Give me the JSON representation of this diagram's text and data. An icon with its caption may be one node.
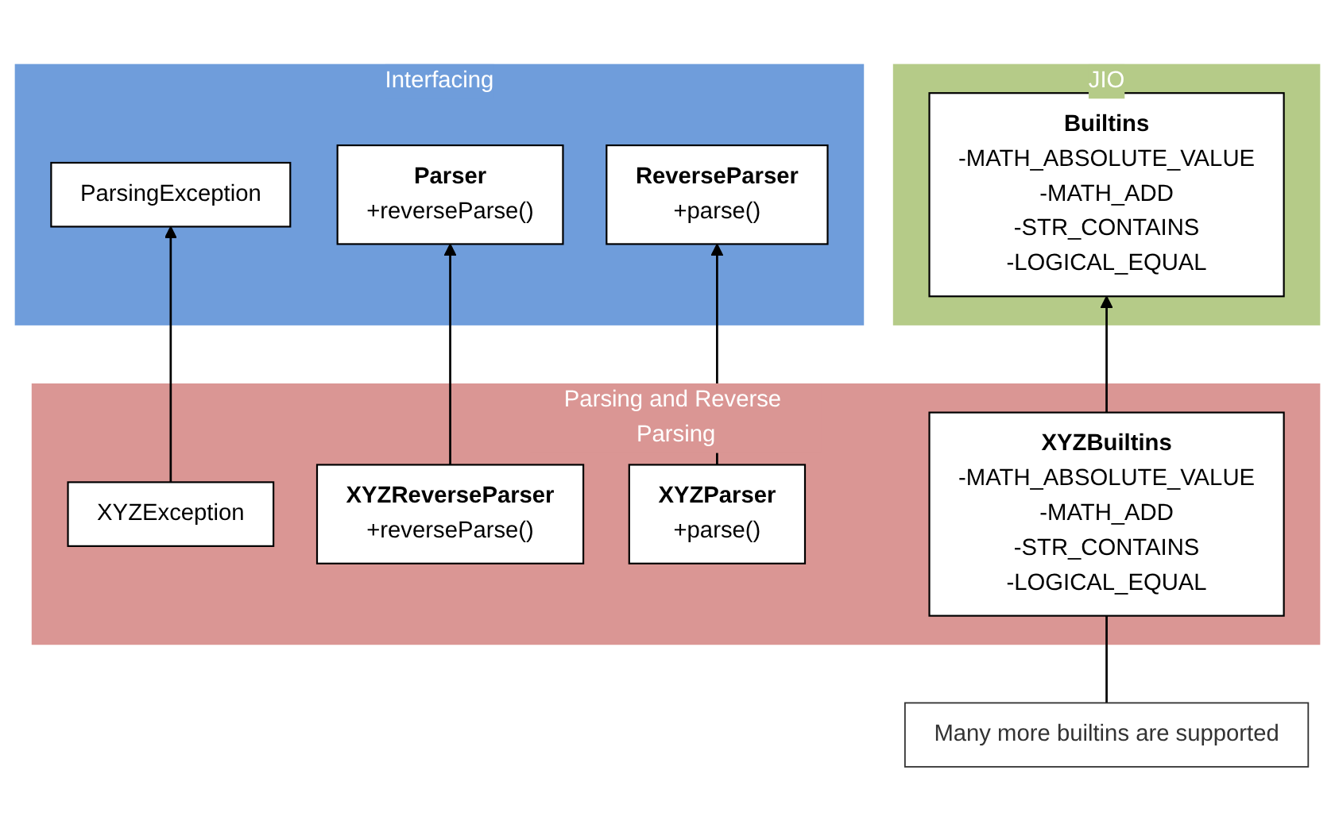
{
  "diagram": {
    "nodes": [
      {
        "text": [
          "JIO"
        ]
      },
      {
        "text": [
          "Builtins",
          "-MATH_ABSOLUTE_VALUE",
          "-MATH_ADD",
          "-STR_CONTAINS",
          "-LOGICAL_EQUAL"
        ],
        "in": 0
      },
      {
        "text": [
          "Interfacing"
        ]
      },
      {
        "text": [
          "ParsingException"
        ],
        "in": 2
      },
      {
        "text": [
          "Parser",
          "+reverseParse()"
        ],
        "in": 2
      },
      {
        "text": [
          "ReverseParser",
          "+parse()"
        ],
        "in": 2
      },
      {
        "text": [
          "Parsing and Reverse Parsing"
        ]
      },
      {
        "text": [
          "XYZBuiltins",
          "-MATH_ABSOLUTE_VALUE",
          "-MATH_ADD",
          "-STR_CONTAINS",
          "-LOGICAL_EQUAL"
        ],
        "in": 6
      },
      {
        "text": [
          "XYZException"
        ],
        "in": 6
      },
      {
        "text": [
          "XYZReverseParser",
          "+reverseParse()"
        ],
        "in": 6
      },
      {
        "text": [
          "XYZParser",
          "+parse()"
        ],
        "in": 6
      },
      {
        "text": [
          "Many more builtins are supported"
        ]
      }
    ],
    "edges": [
      {
        "from": 7,
        "to": 1,
        "arrow": "to"
      },
      {
        "from": 8,
        "to": 3,
        "arrow": "to"
      },
      {
        "from": 9,
        "to": 4,
        "arrow": "to"
      },
      {
        "from": 10,
        "to": 5,
        "arrow": "to"
      },
      {
        "from": 7,
        "to": 11,
        "arrow": "none"
      }
    ]
  }
}
